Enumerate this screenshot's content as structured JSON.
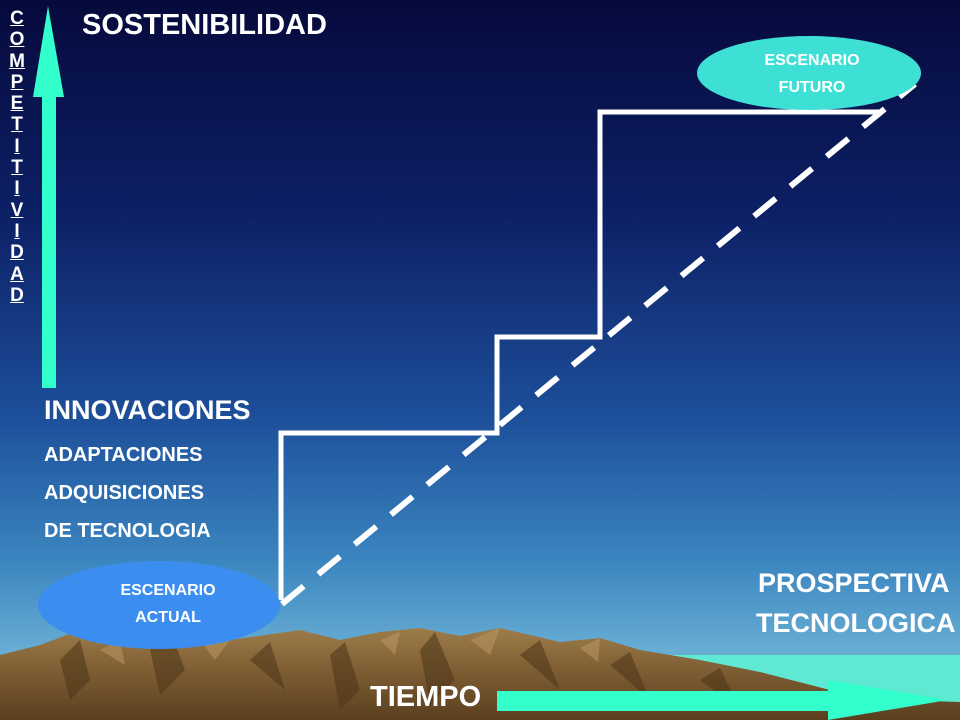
{
  "title": "SOSTENIBILIDAD",
  "y_axis_label": "COMPETITIVIDAD",
  "x_axis_label": "TIEMPO",
  "list": {
    "heading": "INNOVACIONES",
    "items": [
      "ADAPTACIONES",
      "ADQUISICIONES",
      "DE TECNOLOGIA"
    ]
  },
  "scenario_current": {
    "line1": "ESCENARIO",
    "line2": "ACTUAL"
  },
  "scenario_future": {
    "line1": "ESCENARIO",
    "line2": "FUTURO"
  },
  "prospectiva": {
    "line1": "PROSPECTIVA",
    "line2": "TECNOLOGICA"
  },
  "colors": {
    "arrow": "#33ffcc",
    "ellipse_current": "#3b8ef0",
    "ellipse_future": "#3ee0d6",
    "step_line": "#ffffff",
    "mountains": "#8a6a3c"
  }
}
